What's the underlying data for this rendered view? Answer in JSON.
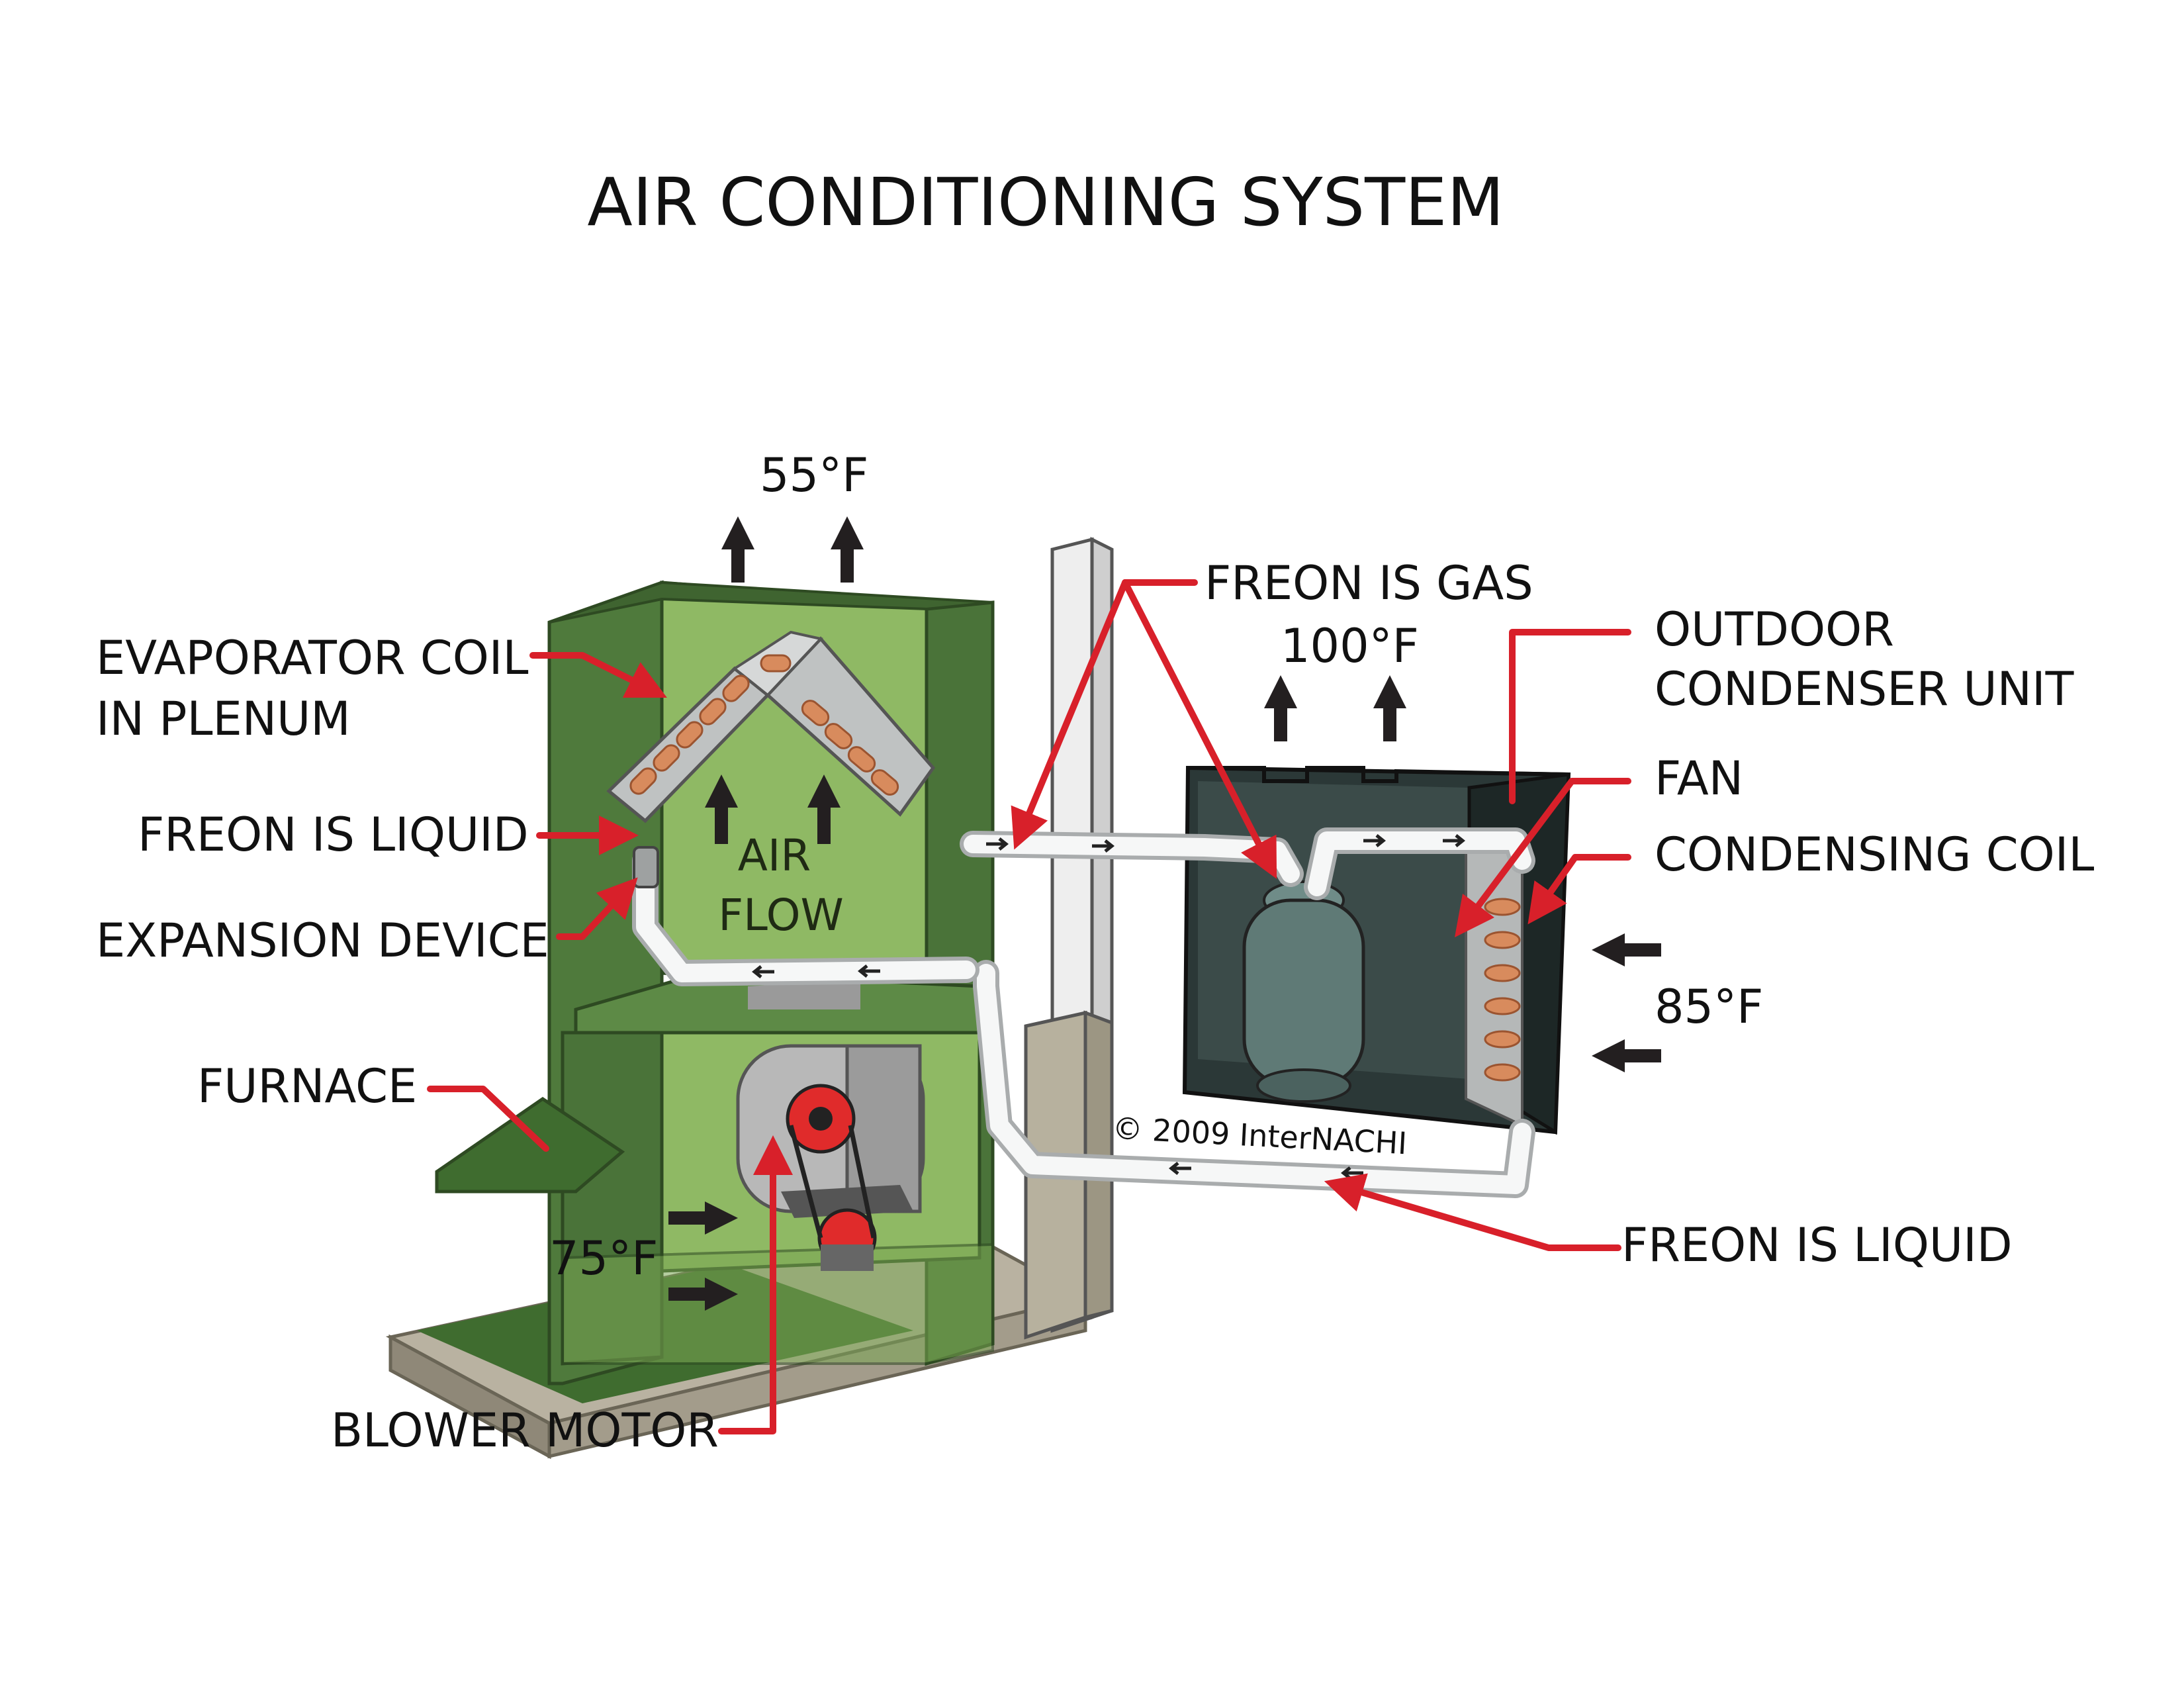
{
  "title": "AIR CONDITIONING SYSTEM",
  "temperatures": {
    "supply": "55°F",
    "condenser_exhaust": "100°F",
    "outdoor_intake": "85°F",
    "return_air": "75°F"
  },
  "labels": {
    "evaporator_coil_line1": "EVAPORATOR COIL",
    "evaporator_coil_line2": "IN PLENUM",
    "freon_is_liquid_left": "FREON IS LIQUID",
    "expansion_device": "EXPANSION DEVICE",
    "furnace": "FURNACE",
    "blower_motor": "BLOWER MOTOR",
    "freon_is_gas": "FREON IS GAS",
    "outdoor_condenser_line1": "OUTDOOR",
    "outdoor_condenser_line2": "CONDENSER UNIT",
    "fan": "FAN",
    "condensing_coil": "CONDENSING COIL",
    "freon_is_liquid_bottom": "FREON IS LIQUID",
    "air_flow_line1": "AIR",
    "air_flow_line2": "FLOW"
  },
  "copyright": "© 2009 InterNACHI",
  "colors": {
    "leader": "#d8202a",
    "plenum_dark": "#4a7339",
    "plenum_light": "#8db760",
    "condenser": "#1f2b29",
    "pipe": "#f6f7f7"
  }
}
